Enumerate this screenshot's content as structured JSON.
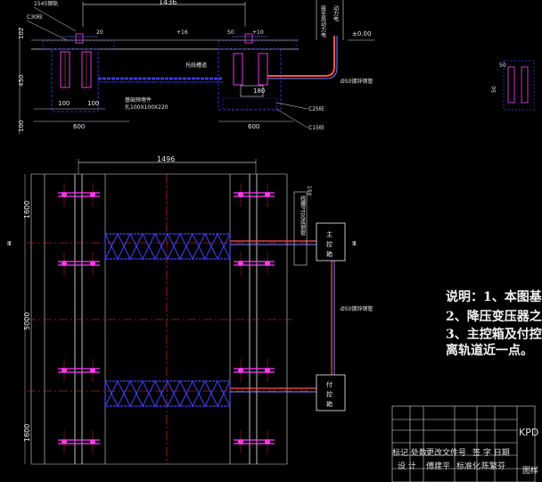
{
  "section": {
    "dim_top": "1436",
    "callout_1": "1545钢轨",
    "callout_2": "C30砼",
    "pole_note_1": "接至局动力电",
    "pole_note_2": "动力电",
    "level": "±0.00",
    "dim_20": "20",
    "elev_16": "+16",
    "elev_10": "+10",
    "dim_50": "50",
    "cable_duct": "托线槽道",
    "steel_label": "基础预埋件",
    "steel_spec": "扎100X100X220",
    "pipe_label": "Ø50镀锌钢管",
    "dim_180": "180",
    "c25": "C25砼",
    "c15": "C15砼",
    "dim_102": "102",
    "dim_450": "450",
    "dim_100v": "100",
    "dim_100a": "100",
    "dim_100b": "100",
    "dim_600l": "600",
    "dim_600r": "600"
  },
  "detail": {
    "dim_50": "50",
    "dim_50v": "50"
  },
  "plan": {
    "dim_top": "1496",
    "dim_1600a": "1600",
    "dim_5000": "5000",
    "dim_1600b": "1600",
    "section_mark": "Ⅲ",
    "vertical_label": "线槽PT00成钢管",
    "dim_150": "150",
    "main_box_1": "主",
    "main_box_2": "控",
    "main_box_3": "箱",
    "aux_box_1": "付",
    "aux_box_2": "控",
    "aux_box_3": "箱",
    "pipe_label": "Ø50镀锌钢管"
  },
  "notes": {
    "line1": "说明：1、本图基",
    "line2": "2、降压变压器之",
    "line3": "3、主控箱及付控",
    "line4": "离轨道近一点。"
  },
  "title_block": {
    "revision": "标记 处数",
    "doc_no": "更改文件号",
    "sign_date": "签 字 日期",
    "design": "设 计",
    "designer": "傅建平",
    "standard": "标准化",
    "approver": "陈繁芬",
    "code": "KPD",
    "sheet": "图样"
  }
}
